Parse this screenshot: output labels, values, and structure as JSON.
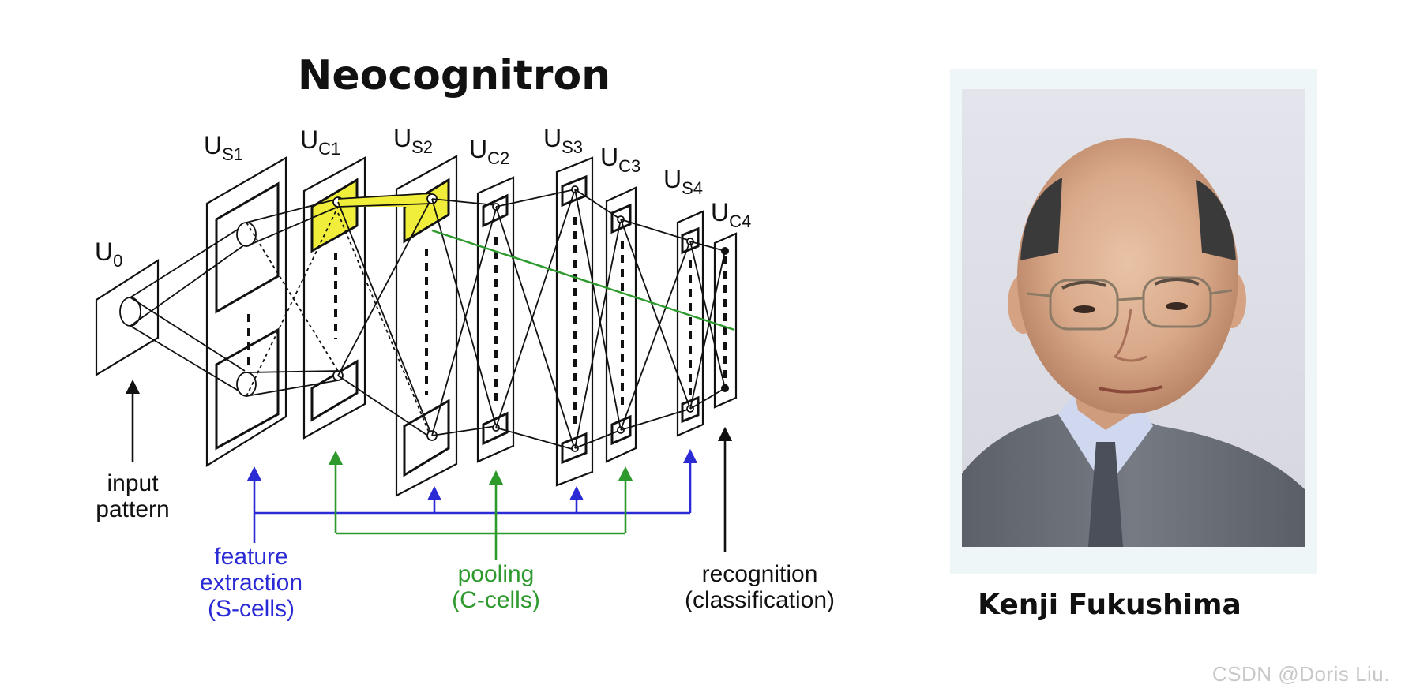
{
  "title": "Neocognitron",
  "layers": {
    "u0": {
      "base": "U",
      "sub": "0"
    },
    "us1": {
      "base": "U",
      "sub": "S1"
    },
    "uc1": {
      "base": "U",
      "sub": "C1"
    },
    "us2": {
      "base": "U",
      "sub": "S2"
    },
    "uc2": {
      "base": "U",
      "sub": "C2"
    },
    "us3": {
      "base": "U",
      "sub": "S3"
    },
    "uc3": {
      "base": "U",
      "sub": "C3"
    },
    "us4": {
      "base": "U",
      "sub": "S4"
    },
    "uc4": {
      "base": "U",
      "sub": "C4"
    }
  },
  "labels": {
    "input_line1": "input",
    "input_line2": "pattern",
    "feature_line1": "feature",
    "feature_line2": "extraction",
    "feature_line3": "(S-cells)",
    "pooling_line1": "pooling",
    "pooling_line2": "(C-cells)",
    "recognition_line1": "recognition",
    "recognition_line2": "(classification)"
  },
  "portrait": {
    "caption": "Kenji Fukushima"
  },
  "watermark": "CSDN @Doris Liu.",
  "colors": {
    "feature": "#2b2bd6",
    "pooling": "#2e9a2e",
    "highlight": "#f0ee3a",
    "path": "#2e9a2e",
    "ink": "#111111"
  }
}
